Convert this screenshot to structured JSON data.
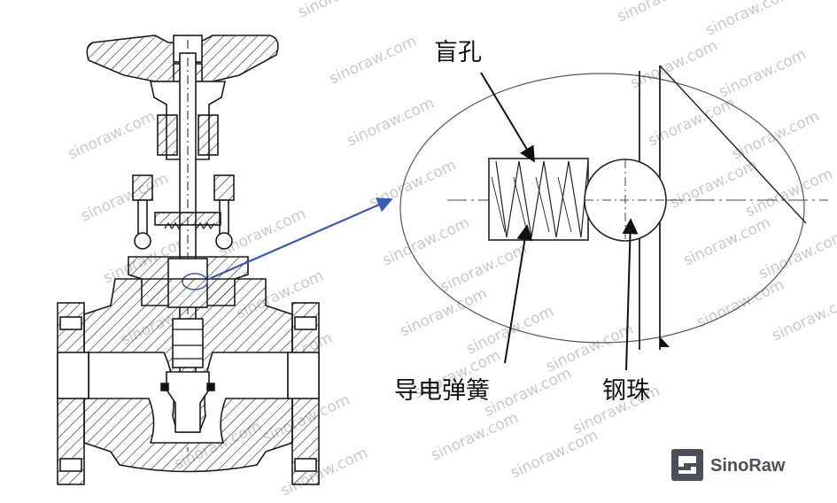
{
  "labels": {
    "blind_hole": "盲孔",
    "conductive_spring": "导电弹簧",
    "steel_ball": "钢珠"
  },
  "watermark": {
    "text": "sinoraw.com"
  },
  "brand": {
    "name": "SinoRaw",
    "logo_color": "#4a4f5a"
  },
  "colors": {
    "callout_arrow": "#3a5bb8",
    "line": "#1a1a1a"
  }
}
